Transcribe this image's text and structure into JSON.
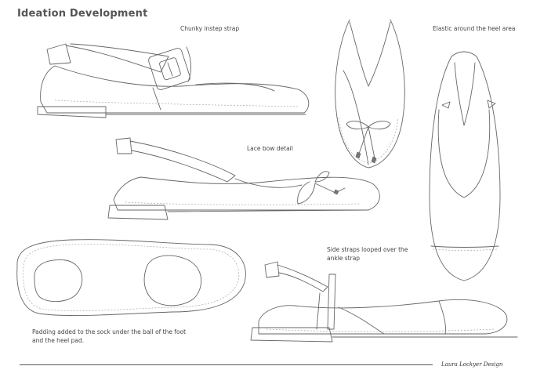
{
  "page": {
    "title": "Ideation Development",
    "credit": "Laura Lockyer Design"
  },
  "notes": {
    "chunky_strap": "Chunky instep strap",
    "elastic_heel": "Elastic around the heel area",
    "lace_bow": "Lace bow detail",
    "side_straps": "Side straps looped over the ankle strap",
    "padding": "Padding added to the sock under the ball of the foot and the heel pad."
  }
}
